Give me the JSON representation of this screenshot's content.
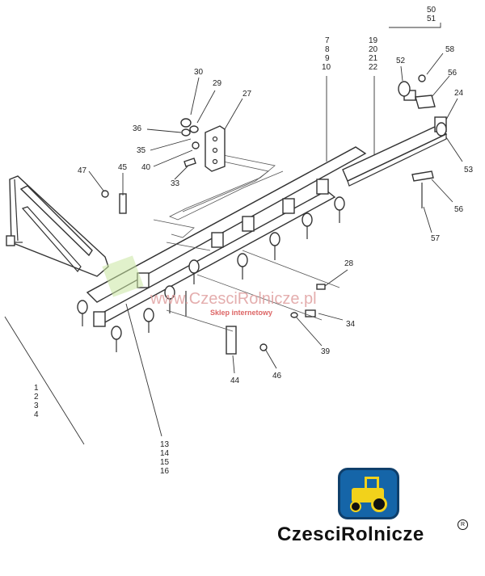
{
  "callouts": {
    "c1_4": [
      "1",
      "2",
      "3",
      "4"
    ],
    "c7_10": [
      "7",
      "8",
      "9",
      "10"
    ],
    "c13_16": [
      "13",
      "14",
      "15",
      "16"
    ],
    "c19_22": [
      "19",
      "20",
      "21",
      "22"
    ],
    "c50_51": [
      "50",
      "51"
    ],
    "c24": "24",
    "c27": "27",
    "c28": "28",
    "c29": "29",
    "c30": "30",
    "c33": "33",
    "c34": "34",
    "c35": "35",
    "c36": "36",
    "c39": "39",
    "c40": "40",
    "c44": "44",
    "c45": "45",
    "c46": "46",
    "c47": "47",
    "c52": "52",
    "c53": "53",
    "c56a": "56",
    "c56b": "56",
    "c57": "57",
    "c58": "58"
  },
  "watermark": {
    "main": "www.CzesciRolnicze.pl",
    "sub": "Sklep internetowy"
  },
  "brand": {
    "name": "CzesciRolnicze",
    "mark": "R"
  },
  "colors": {
    "line": "#333333",
    "logo_blue": "#1565a8",
    "logo_yellow": "#f2d21b",
    "watermark": "#e0a0a0"
  }
}
